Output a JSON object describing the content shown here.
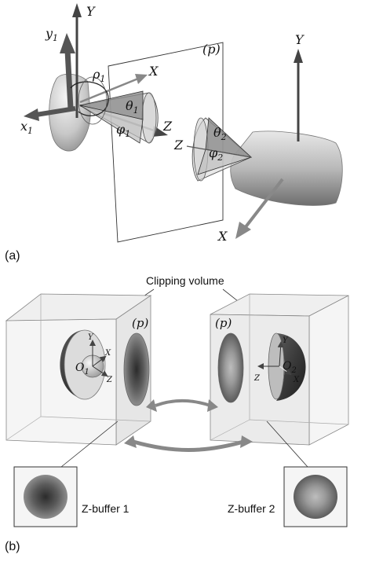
{
  "panel_a": {
    "label": "(a)",
    "plane_label": "(p)",
    "left_axes": {
      "y1": "y",
      "y1_sub": "1",
      "x1": "x",
      "x1_sub": "1",
      "X": "X",
      "Y": "Y",
      "Z": "Z"
    },
    "left_angles": {
      "rho": "ρ",
      "rho_sub": "1",
      "theta": "θ",
      "theta_sub": "1",
      "phi": "φ",
      "phi_sub": "1"
    },
    "right_axes": {
      "X": "X",
      "Y": "Y",
      "Z": "Z"
    },
    "right_angles": {
      "theta": "θ",
      "theta_sub": "2",
      "phi": "φ",
      "phi_sub": "2"
    }
  },
  "panel_b": {
    "label": "(b)",
    "clipping_label": "Clipping volume",
    "left_plane": "(p)",
    "right_plane": "(p)",
    "left_origin": "O",
    "left_origin_sub": "1",
    "right_origin": "O",
    "right_origin_sub": "2",
    "axis_X": "X",
    "axis_Y": "Y",
    "axis_Z": "Z",
    "zbuffer1": "Z-buffer 1",
    "zbuffer2": "Z-buffer 2"
  }
}
